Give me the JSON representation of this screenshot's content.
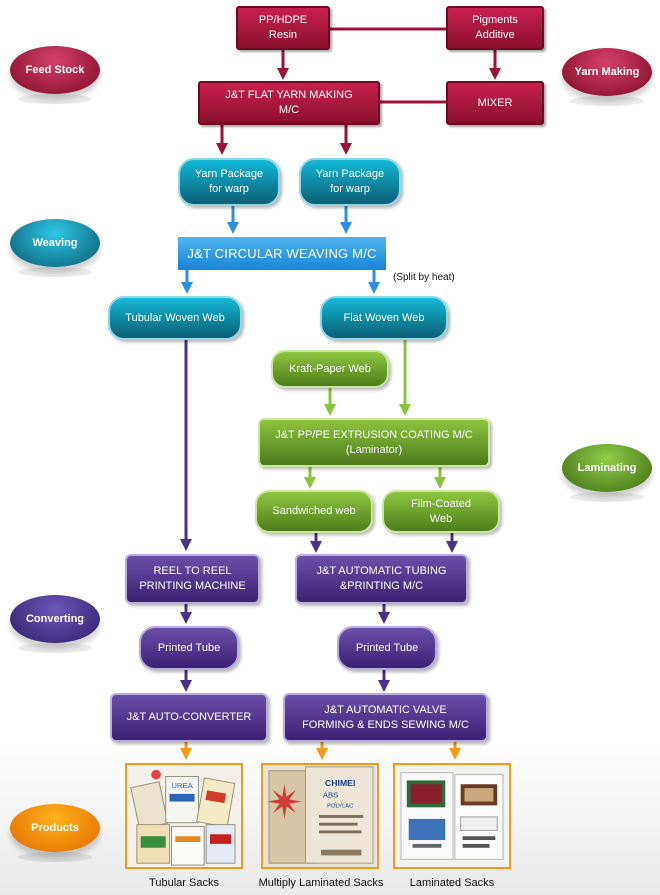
{
  "stages": {
    "feed_stock": "Feed Stock",
    "yarn_making": "Yarn Making",
    "weaving": "Weaving",
    "laminating": "Laminating",
    "converting": "Converting",
    "products": "Products"
  },
  "nodes": {
    "pp_hdpe_resin": "PP/HDPE\nResin",
    "pigments_additive": "Pigments\nAdditive",
    "flat_yarn_mc": "J&T FLAT YARN MAKING\nM/C",
    "mixer": "MIXER",
    "yarn_package_1": "Yarn Package\nfor warp",
    "yarn_package_2": "Yarn Package\nfor warp",
    "circular_weaving_mc": "J&T CIRCULAR WEAVING M/C",
    "split_note": "(Split by heat)",
    "tubular_woven_web": "Tubular Woven Web",
    "flat_woven_web": "Flat Woven Web",
    "kraft_paper_web": "Kraft-Paper Web",
    "extrusion_coating_mc": "J&T PP/PE EXTRUSION COATING M/C\n(Laminator)",
    "sandwiched_web": "Sandwiched web",
    "film_coated_web": "Film-Coated\nWeb",
    "reel_to_reel": "REEL TO REEL\nPRINTING MACHINE",
    "auto_tubing_printing": "J&T AUTOMATIC TUBING\n&PRINTING M/C",
    "printed_tube_1": "Printed Tube",
    "printed_tube_2": "Printed Tube",
    "auto_converter": "J&T AUTO-CONVERTER",
    "valve_forming": "J&T AUTOMATIC VALVE\nFORMING  & ENDS SEWING M/C"
  },
  "products": {
    "tubular_sacks": "Tubular Sacks",
    "multiply_laminated_sacks": "Multiply Laminated Sacks",
    "laminated_sacks": "Laminated Sacks"
  },
  "product_photo_text": {
    "urea": "UREA",
    "chimei": "CHIMEI",
    "abs": "ABS",
    "polylac": "POLYLAC"
  },
  "colors": {
    "red": "#9c1237",
    "teal": "#0e8fb0",
    "blue": "#2e8fe0",
    "green": "#6ea82e",
    "purple": "#4a3187",
    "orange": "#f39a1b"
  }
}
